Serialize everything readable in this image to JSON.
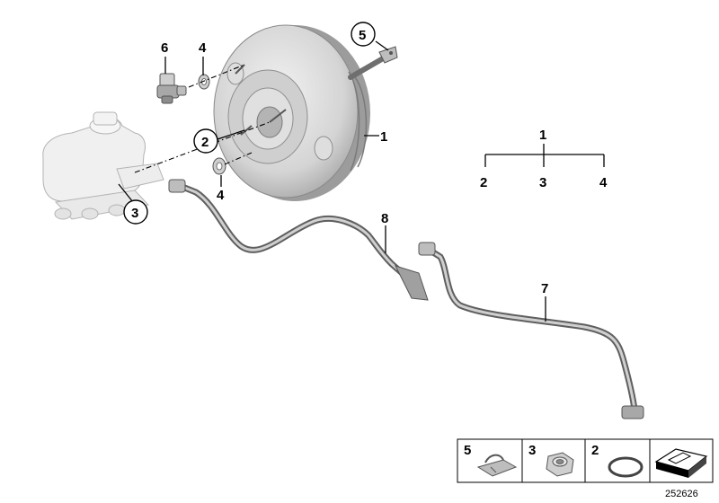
{
  "callouts": {
    "booster": "1",
    "seal_ring": "2",
    "nut": "3",
    "washer_top": "4",
    "washer_bottom": "4",
    "clip_rod": "5",
    "sensor": "6",
    "vacuum_line_long": "7",
    "vacuum_line_short": "8"
  },
  "tree": {
    "parent": "1",
    "children": [
      "2",
      "3",
      "4"
    ]
  },
  "legend": [
    {
      "num": "5",
      "icon": "spring-clip-icon"
    },
    {
      "num": "3",
      "icon": "hex-nut-icon"
    },
    {
      "num": "2",
      "icon": "o-ring-icon"
    },
    {
      "num": "",
      "icon": "arrow-sheet-icon"
    }
  ],
  "diagram_id": "252626",
  "colors": {
    "part_fill": "#d9d9d9",
    "part_dark": "#9a9a9a",
    "reservoir_fill": "#ebebeb",
    "line": "#000000"
  }
}
